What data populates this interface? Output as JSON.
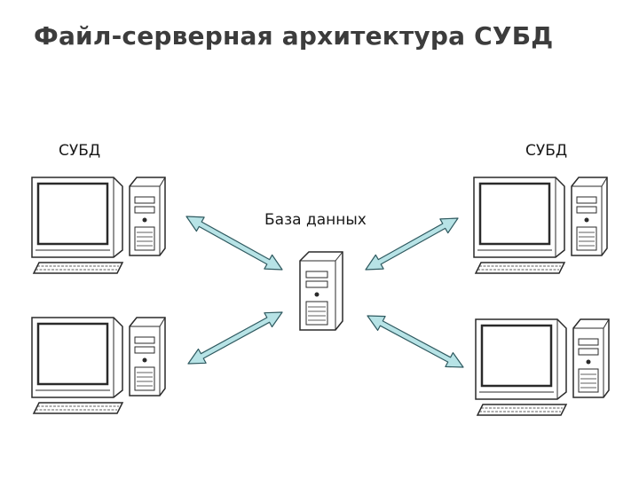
{
  "title": "Файл-серверная архитектура СУБД",
  "labels": {
    "dbms_left": "СУБД",
    "dbms_right": "СУБД",
    "database": "База данных"
  },
  "nodes": [
    {
      "role": "workstation",
      "icon": "desktop-computer-icon"
    },
    {
      "role": "workstation",
      "icon": "desktop-computer-icon"
    },
    {
      "role": "workstation",
      "icon": "desktop-computer-icon"
    },
    {
      "role": "workstation",
      "icon": "desktop-computer-icon"
    },
    {
      "role": "file-server",
      "icon": "server-tower-icon"
    }
  ],
  "colors": {
    "arrow_fill": "#b7e3e6",
    "arrow_stroke": "#2f5a60",
    "outline": "#2a2a2a",
    "screen_fill": "#ffffff",
    "title": "#3c3c3c"
  }
}
